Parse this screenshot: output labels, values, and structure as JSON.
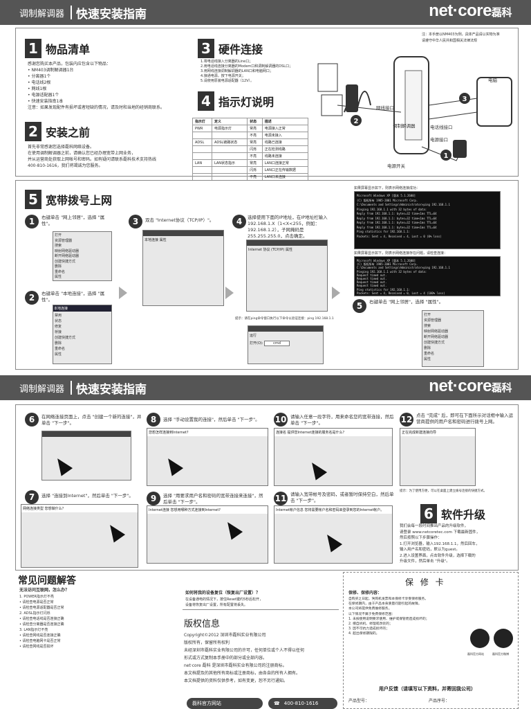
{
  "header": {
    "left": "调制解调器",
    "title": "快速安装指南",
    "logo_a": "net·core",
    "logo_b": "磊科"
  },
  "notice": {
    "line1": "注：本手册以NM403为例，具体产品请以实物为准",
    "line2": "请遵守中华人民共和国相关法律法规"
  },
  "s1": {
    "num": "1",
    "title": "物品清单",
    "lines": [
      "感谢您购买本产品，包装内应包含以下物品：",
      "• NM403调制解调器1台",
      "• 分离器1个",
      "• 电话线2根",
      "• 网线1根",
      "• 电源适配器1个",
      "• 快速安装指南1本",
      "注意：如果发现配件有损坏或者短缺的情况，请及时和当地的经销商联系。"
    ]
  },
  "s2": {
    "num": "2",
    "title": "安装之前",
    "lines": [
      "首先非常感谢您选择磊科网络设备。",
      "在使用调制解调器之前，请确认您已经办理宽带上网业务，",
      "并从运营商处获取上网帐号和密码。如有疑问请联系磊科技术支持热线",
      "400-810-1616，我们将竭诚为您服务。"
    ]
  },
  "s3": {
    "num": "3",
    "title": "硬件连接",
    "lines": [
      "1.将电话线接入分离器的Line口；",
      "2.用电话线连接分离器的Modem口和调制解调器的DSL口；",
      "3.用网线连接调制解调器的LAN口和电脑网口；",
      "4.接通电源，按下电源开关；",
      "5.请使用原装电源适配器（12V）。"
    ]
  },
  "s4": {
    "num": "4",
    "title": "指示灯说明",
    "head": [
      "指示灯",
      "定义",
      "状态",
      "描述"
    ],
    "rows": [
      [
        "PWR",
        "电源指示灯",
        "常亮",
        "电源接入正常"
      ],
      [
        "",
        "",
        "不亮",
        "电源未接入"
      ],
      [
        "ADSL",
        "ADSL链路状态",
        "常亮",
        "线路已连接"
      ],
      [
        "",
        "",
        "闪烁",
        "正在检测线路"
      ],
      [
        "",
        "",
        "不亮",
        "线路未连接"
      ],
      [
        "LAN",
        "LAN状态指示",
        "常亮",
        "LAN口连接正常"
      ],
      [
        "",
        "",
        "闪烁",
        "LAN口正在传输数据"
      ],
      [
        "",
        "",
        "不亮",
        "LAN口未连接"
      ]
    ]
  },
  "diagram": {
    "modem_label": "调制解调器",
    "lan": "网线接口",
    "dsl": "电话线接口",
    "power": "电源接口",
    "sw": "电源开关",
    "pc": "电脑",
    "steps": [
      "1",
      "2",
      "3"
    ]
  },
  "s5": {
    "num": "5",
    "title": "宽带拨号上网",
    "step1": "右键单击 \"网上邻居\"，选择 \"属性\"。",
    "step2": "右键单击 \"本地连接\"，选择 \"属性\"。",
    "step3": "双击 \"Internet协议（TCP/IP）\"。",
    "step4": "选择使用下面的IP地址，在IP地址栏输入192.168.1.X（1<X<255，例如：192.168.1.2），子网掩码是255.255.255.0，点击确定。",
    "step5": "右键单击 \"网上邻居\"，选择 \"属性\"。",
    "note": "提示：请在ping命令窗口执行以下命令以验证连接：ping 192.168.1.1",
    "cmd_cap1": "如果屏幕显示如下，则表示网络连接成功：",
    "cmd_cap2": "如果屏幕显示如下，则表示网络连接存在问题，请检查连接：",
    "menu": [
      "打开",
      "资源管理器",
      "搜索",
      "映射网络驱动器",
      "断开网络驱动器",
      "创建快捷方式",
      "删除",
      "重命名",
      "属性"
    ],
    "menu2_title": "本地连接",
    "menu2": [
      "禁用",
      "状态",
      "修复",
      "桥接",
      "创建快捷方式",
      "删除",
      "重命名",
      "属性"
    ],
    "cmd_ok": [
      "Microsoft Windows XP [版本 5.1.2600]",
      "(C) 版权所有 1985-2001 Microsoft Corp.",
      "C:\\Documents and Settings\\Administrator>ping 192.168.1.1",
      "Pinging 192.168.1.1 with 32 bytes of data:",
      "Reply from 192.168.1.1: bytes=32 time<1ms TTL=64",
      "Reply from 192.168.1.1: bytes=32 time<1ms TTL=64",
      "Reply from 192.168.1.1: bytes=32 time<1ms TTL=64",
      "Reply from 192.168.1.1: bytes=32 time<1ms TTL=64",
      "Ping statistics for 192.168.1.1:",
      "Packets: Sent = 4, Received = 4, Lost = 0 (0% loss)"
    ],
    "cmd_fail": [
      "Microsoft Windows XP [版本 5.1.2600]",
      "(C) 版权所有 1985-2001 Microsoft Corp.",
      "C:\\Documents and Settings\\Administrator>ping 192.168.1.1",
      "Pinging 192.168.1.1 with 32 bytes of data:",
      "Request timed out.",
      "Request timed out.",
      "Request timed out.",
      "Request timed out.",
      "Ping statistics for 192.168.1.1:",
      "Packets: Sent = 4, Received = 0, Lost = 4 (100% loss)"
    ],
    "dlg3_title": "本地连接 属性",
    "dlg4_title": "Internet 协议 (TCP/IP) 属性",
    "dlg5_title": "运行",
    "run_label": "打开(O):",
    "run_value": "cmd"
  },
  "header2": {
    "left": "调制解调器",
    "title": "快速安装指南",
    "logo_a": "net·core",
    "logo_b": "磊科"
  },
  "s6": {
    "step6": "在网络连接页面上，点击 \"创建一个新的连接\"，并单击 \"下一步\"。",
    "step7": "选择 \"连接到Internet\"，然后单击 \"下一步\"。",
    "step8": "选择 \"手动设置我的连接\"，然后单击 \"下一步\"。",
    "step9": "选择 \"用要求用户名和密码的宽带连接来连接\"，然后单击 \"下一步\"。",
    "step10": "请输入任意一段字符，用来命名您的宽带连接，然后单击 \"下一步\"。",
    "step11": "请输入宽带帐号及密码，或者暂时保持空白，然后单击 \"下一步\"。",
    "step12": "点击 \"完成\" 后，即可在下面所示对话框中输入运营商提供的用户名和密码进行拨号上网。",
    "wiz_title": "新建连接向导",
    "wiz8_h": "您想怎样连接到Internet?",
    "wiz9_h": "Internet连接 您想用哪种方式连接到Internet?",
    "wiz10_h": "连接名 提供您Internet连接的服务名是什么？",
    "wiz11_h": "Internet帐户信息 您将需要帐户名和密码来登录到您的Internet帐户。",
    "wiz7_h": "网络连接类型 您想做什么？",
    "wiz12_h": "正在完成新建连接向导",
    "step12_note": "提示：为了使用方便，可以在桌面上建立拨号连接的快捷方式。"
  },
  "s7": {
    "num": "6",
    "title": "软件升级",
    "lines": [
      "我们会每一段时间推出产品的升级软件，",
      "请登录 www.netcoretec.com 下载最新固件，",
      "然后按照以下步骤操作：",
      "1.打开浏览器，输入192.168.1.1，然后回车，",
      "  输入用户名和密码，默认为guest。",
      "2.进入设置界面，点击软件升级，选择下载的",
      "  升级文件，然后单击 \"升级\"。"
    ]
  },
  "faq": {
    "title": "常见问题解答",
    "q1": "无法访问互联网，怎么办？",
    "q1a": [
      "1. POWER指示灯不亮",
      "• 请检查电源是否正常",
      "• 请检查电源适配器是否正常",
      "2. ADSL指示灯闪烁",
      "• 请检查电话线是否连接正确",
      "• 请检查分离器是否连接正确",
      "3. LAN指示灯不亮",
      "• 请检查网线是否连接正确",
      "• 请检查电脑网卡是否正常",
      "• 请检查网线是否损坏"
    ],
    "q2": "如何将我的设备复位（恢复出厂设置）？",
    "q2a": [
      "在设备通电的情况下，按住Reset键约5秒后松开，",
      "设备将恢复出厂设置，所有配置将丢失。"
    ]
  },
  "copyright": {
    "title": "版权信息",
    "lines": [
      "Copyright©2012 深圳市磊科实业有限公司",
      "版权所有，保留所有权利",
      "未经深圳市磊科实业有限公司的许可，任何单位或个人不得以任何",
      "形式或方式复制本手册中的部分或全部内容。",
      "net·core 磊科 是深圳市磊科实业有限公司的注册商标。",
      "本文档提及的其他所有商标或注册商标，由各自的所有人拥有。",
      "本文档提供的资料仅供参考，如有变更，恕不另行通知。"
    ]
  },
  "warranty": {
    "title": "保 修 卡",
    "h1": "保修、保修内容：",
    "lines": [
      "自购买之日起，凭购机发票和本保修卡享受保修服务。",
      "在保修期内，由于产品本身质量问题引起的故障，",
      "本公司将提供免费维修服务。",
      "以下情况不属于免费保修范围：",
      "1. 未按使用说明要求使用、维护或保管而造成损坏的；",
      "2. 擅自拆机、修理或改装的；",
      "3. 因不可抗力造成损坏的；",
      "4. 超出保修期限的。"
    ],
    "feedback": "用户反馈（请填写以下资料，并寄回我公司）",
    "f1": "产品型号：",
    "f2": "产品序号：",
    "qr1": "磊科官方网站",
    "qr2": "磊科官方微博"
  },
  "footer": {
    "site_label": "磊科官方网站",
    "site_url": "www.netcoretec.com",
    "hotline": "400-810-1616"
  }
}
